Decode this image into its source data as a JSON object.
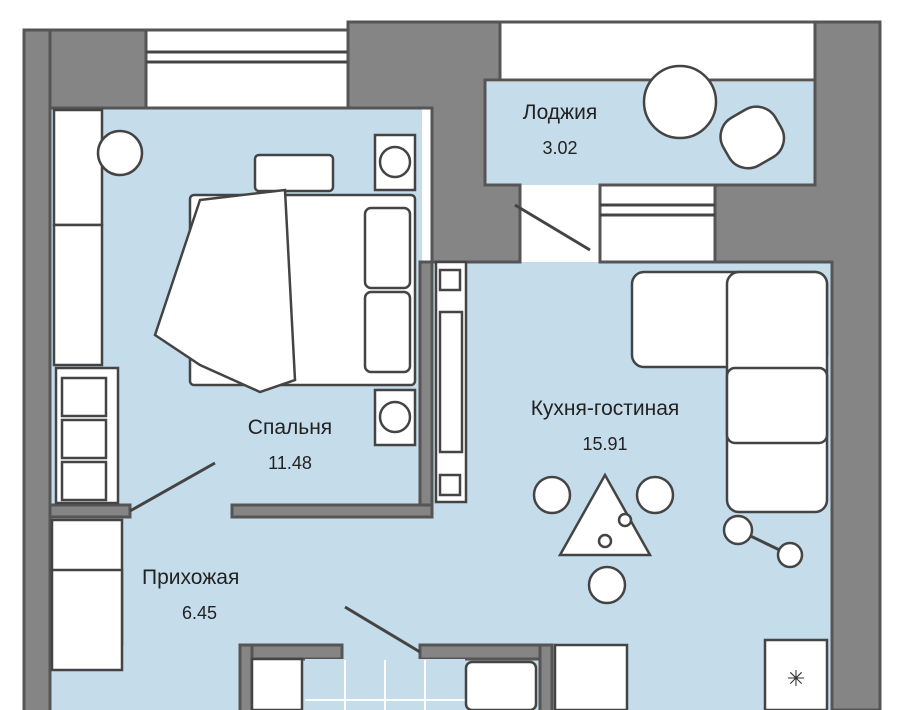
{
  "plan": {
    "rooms": [
      {
        "name": "Лоджия",
        "area": "3.02"
      },
      {
        "name": "Спальня",
        "area": "11.48"
      },
      {
        "name": "Кухня-гостиная",
        "area": "15.91"
      },
      {
        "name": "Прихожая",
        "area": "6.45"
      }
    ],
    "colors": {
      "floor": "#c5dcea",
      "wall": "#858585",
      "outline": "#555555"
    }
  }
}
